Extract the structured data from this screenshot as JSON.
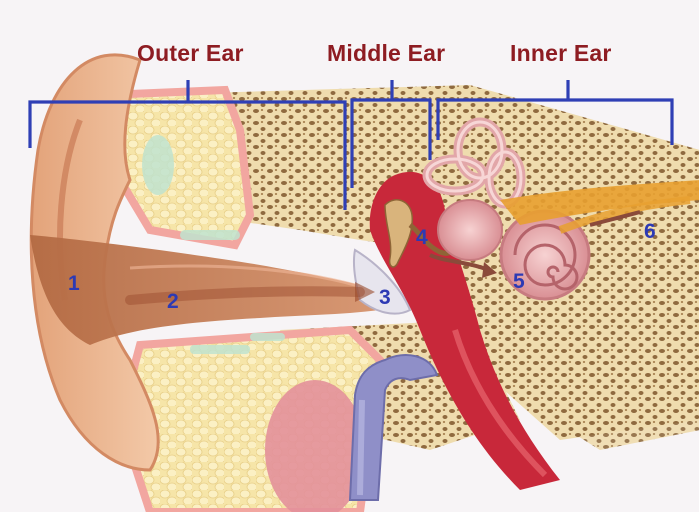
{
  "regions": {
    "outer": "Outer Ear",
    "middle": "Middle Ear",
    "inner": "Inner Ear"
  },
  "markers": [
    "1",
    "2",
    "3",
    "4",
    "5",
    "6"
  ],
  "colors": {
    "label": "#8e1c22",
    "bracket": "#2f3fb5",
    "number": "#2d3ab4",
    "bone": "#f2e2b8",
    "bone_dots": "#8f6a3f",
    "skin": "#f0b896",
    "canal": "#c2805a",
    "artery": "#c8283a",
    "eustachian_tube": "#8f8fc8",
    "nerve": "#e8a030"
  }
}
